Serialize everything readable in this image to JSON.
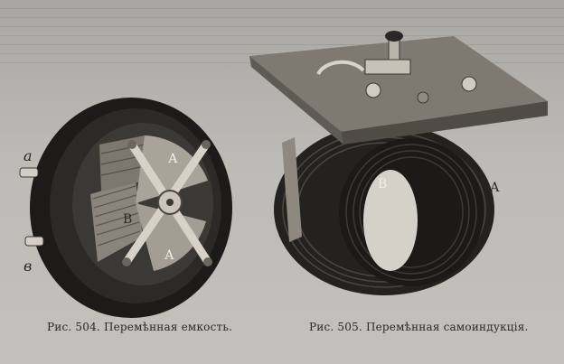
{
  "figures": [
    {
      "caption": "Рис. 504. Перемѣнная емкость.",
      "labels": {
        "terminal_top": "а",
        "terminal_bottom": "в",
        "plate_top": "А",
        "plate_bottom": "А",
        "plate_left": "В"
      }
    },
    {
      "caption": "Рис. 505. Перемѣнная самоиндукція.",
      "labels": {
        "inner_coil": "В",
        "outer_coil": "А"
      }
    }
  ]
}
